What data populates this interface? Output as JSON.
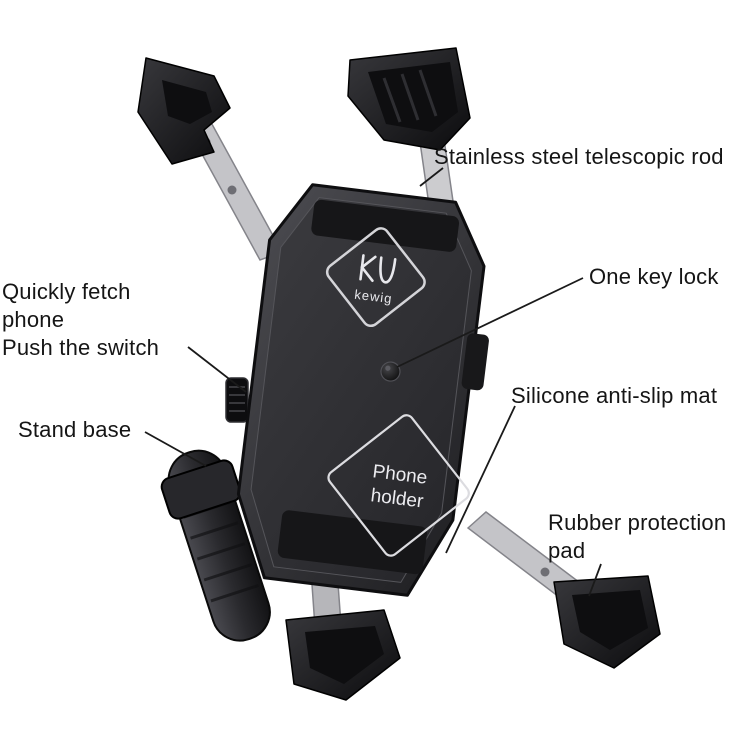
{
  "annotations": {
    "telescopic_rod": "Stainless steel telescopic rod",
    "one_key_lock": "One key lock",
    "quick_fetch": "Quickly fetch\nphone\nPush the switch",
    "stand_base": "Stand base",
    "anti_slip_mat": "Silicone anti-slip mat",
    "rubber_pad": "Rubber protection\npad"
  },
  "product": {
    "brand": "kewig",
    "label_line1": "Phone",
    "label_line2": "holder"
  },
  "palette": {
    "background": "#ffffff",
    "label_text": "#151515",
    "body_dark": "#2b2b2e",
    "metal_rod": "#c4c4c8",
    "leader_line": "#1a1a1a"
  }
}
